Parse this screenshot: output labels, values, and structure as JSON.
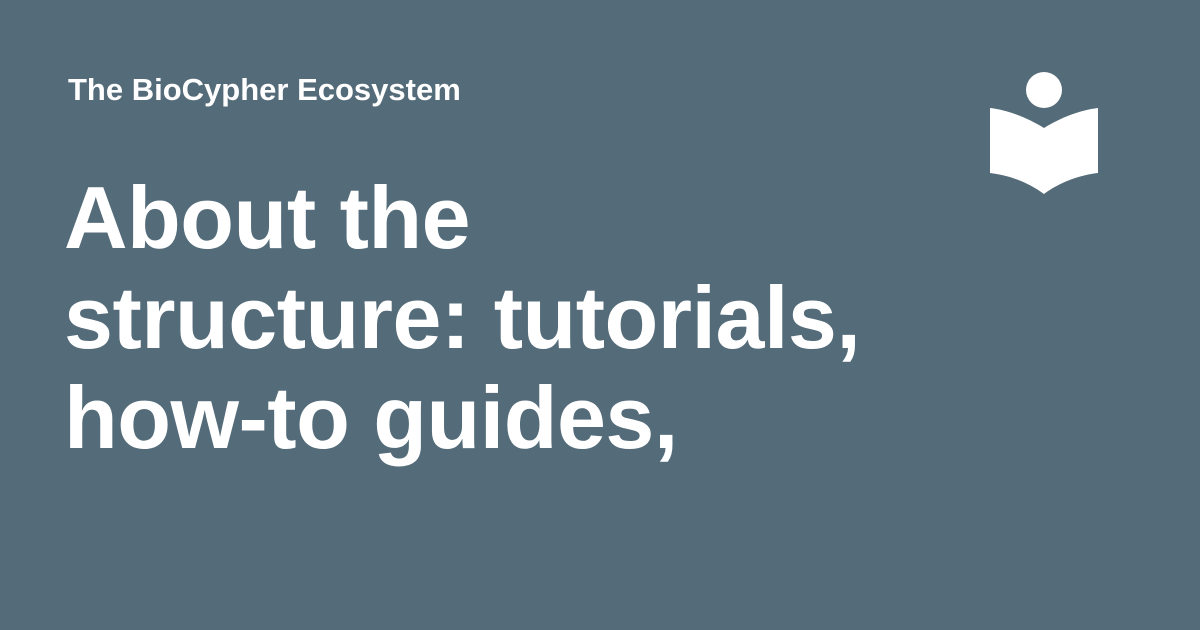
{
  "site": {
    "name": "The BioCypher Ecosystem",
    "logo_icon": "open-book-reader-icon"
  },
  "page": {
    "title_lines": [
      "About the",
      "structure: tutorials,",
      "how-to guides,"
    ]
  },
  "colors": {
    "background": "#546b79",
    "foreground": "#ffffff"
  }
}
